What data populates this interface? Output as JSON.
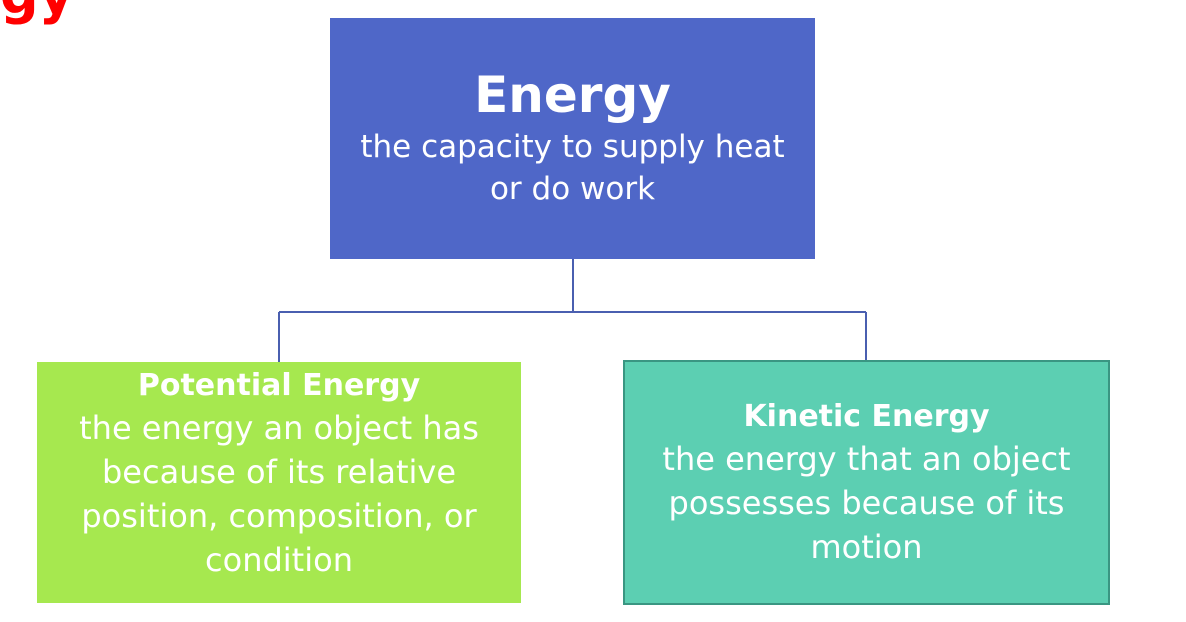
{
  "header_fragment": "gy",
  "diagram": {
    "root": {
      "title": "Energy",
      "description": "the capacity to supply heat or do work"
    },
    "children": [
      {
        "title": "Potential Energy",
        "description": "the energy an object has because of its relative position, composition, or condition"
      },
      {
        "title": "Kinetic Energy",
        "description": "the energy that an object possesses because of its motion"
      }
    ]
  },
  "colors": {
    "header_fragment": "#ff0000",
    "root_box": "#4f67c8",
    "potential_box": "#a6e84f",
    "kinetic_box": "#5ccfb2",
    "connector": "#4a5fb0",
    "text": "#ffffff"
  }
}
